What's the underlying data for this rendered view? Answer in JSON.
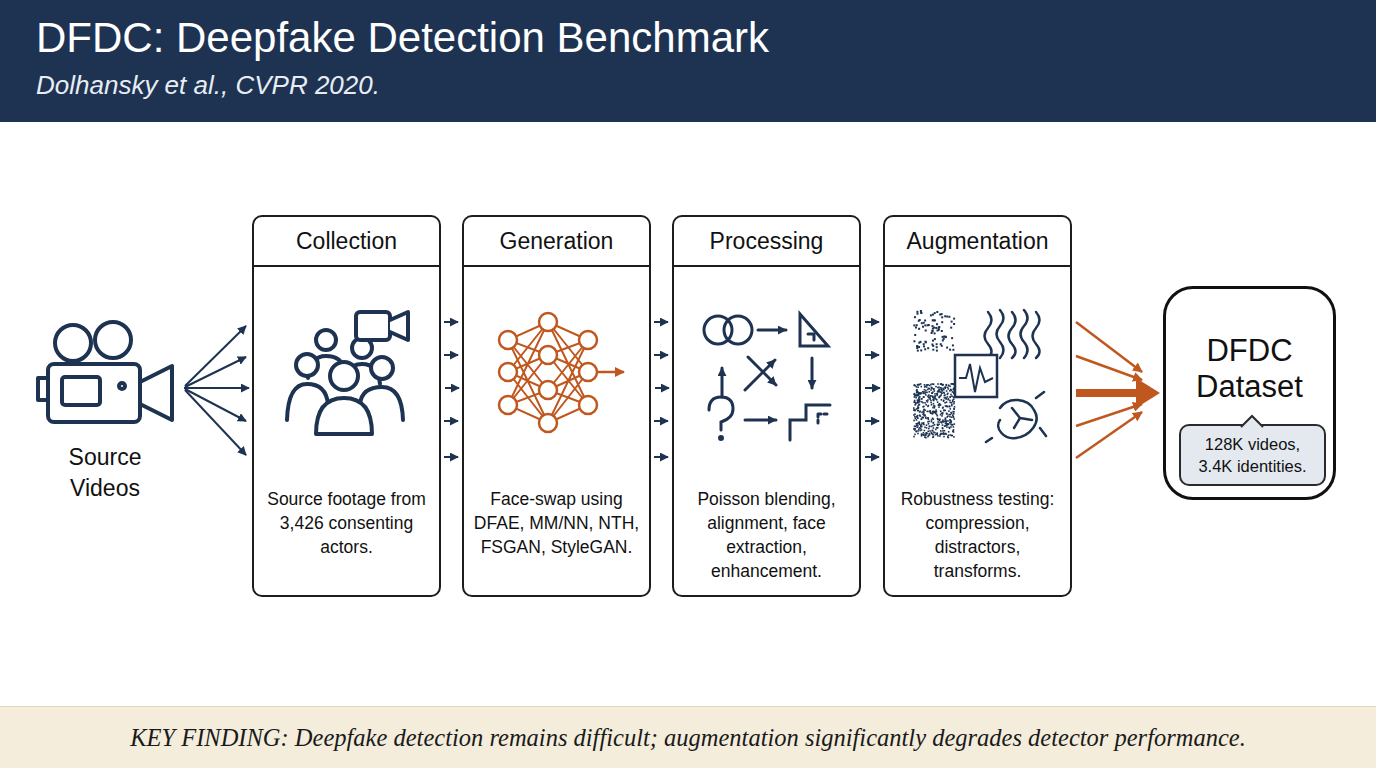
{
  "diagram": {
    "title": "DFDC: Deepfake Detection Benchmark",
    "nodes": [
      {
        "text": [
          "Source Videos"
        ]
      },
      {
        "text": [
          "Collection",
          "Source footage from 3,426 consenting actors."
        ]
      },
      {
        "text": [
          "Generation",
          "Face-swap using DFAE, MM/NN, NTH, FSGAN, StyleGAN."
        ]
      },
      {
        "text": [
          "Processing",
          "Poisson blending, alignment, face extraction, enhancement."
        ]
      },
      {
        "text": [
          "Augmentation",
          "Robustness testing: compression, distractors, transforms."
        ]
      },
      {
        "text": [
          "DFDC Dataset"
        ]
      },
      {
        "text": [
          "128K videos, 3.4K identities."
        ],
        "in": 5
      },
      {
        "text": [
          "KEY FINDING: Deepfake detection remains difficult; augmentation significantly degrades detector performance."
        ]
      }
    ],
    "edges": [
      {
        "from": 0,
        "to": 1,
        "arrow": "to"
      },
      {
        "from": 1,
        "to": 2,
        "arrow": "to"
      },
      {
        "from": 2,
        "to": 3,
        "arrow": "to"
      },
      {
        "from": 3,
        "to": 4,
        "arrow": "to"
      },
      {
        "from": 4,
        "to": 5,
        "arrow": "to"
      }
    ],
    "labels": [
      "Dolhansky et al., CVPR 2020."
    ]
  }
}
